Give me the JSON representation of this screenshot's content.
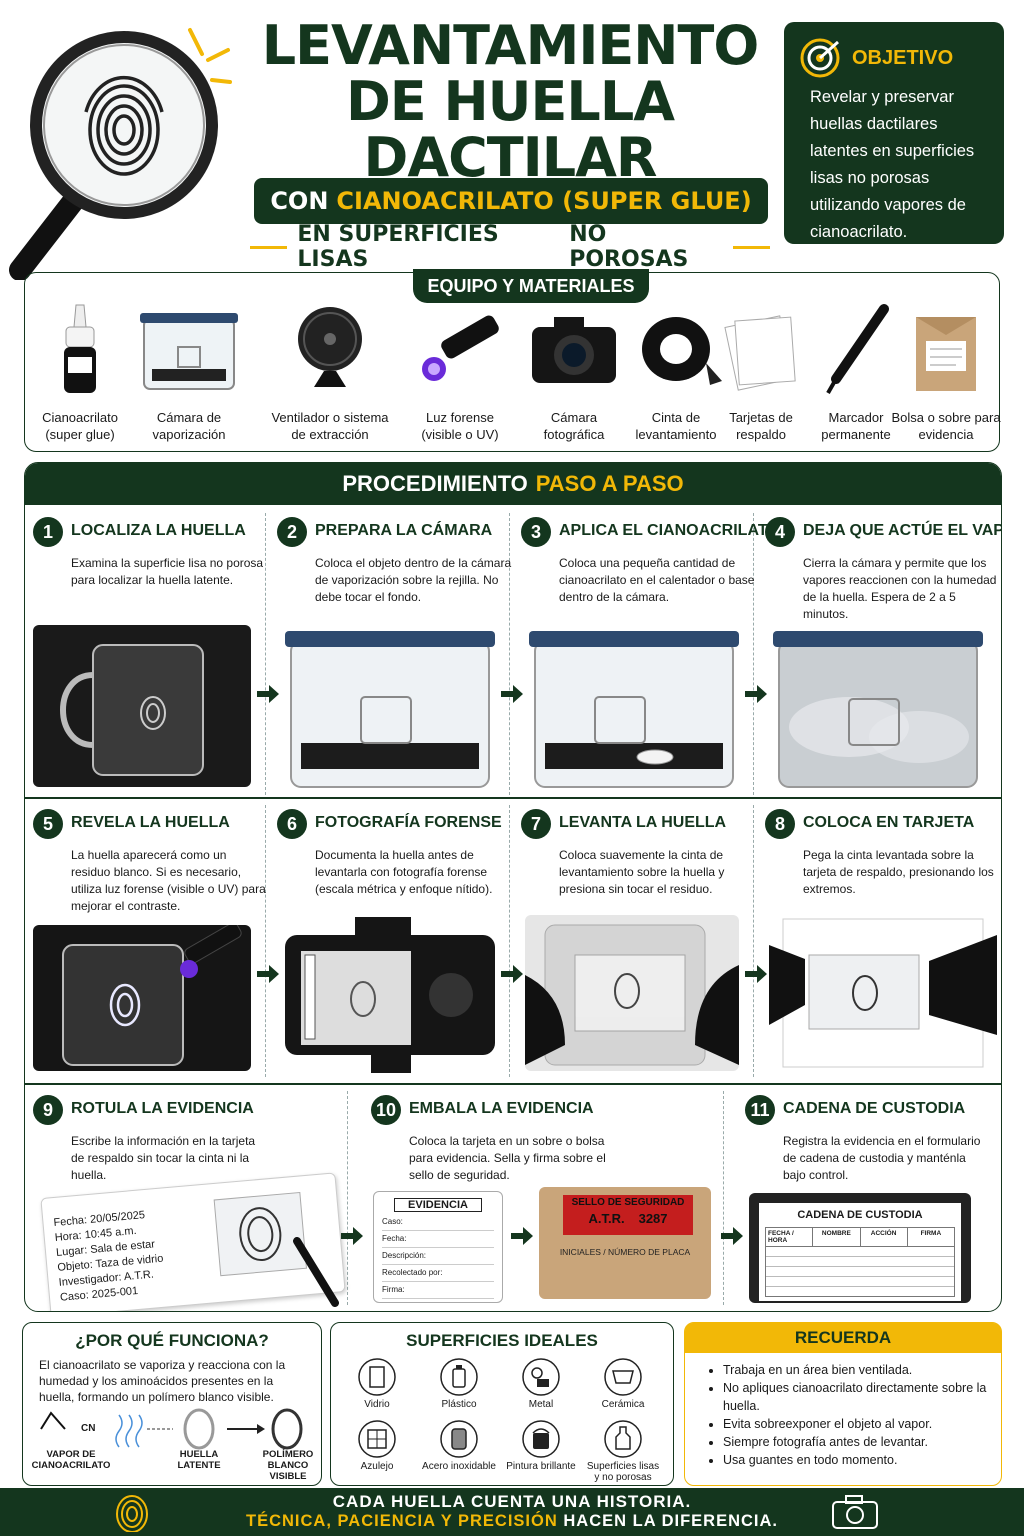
{
  "header": {
    "title_line1": "LEVANTAMIENTO",
    "title_line2": "DE HUELLA DACTILAR",
    "subtitle_prefix": "CON",
    "subtitle_highlight": "CIANOACRILATO (SUPER GLUE)",
    "surface_prefix": "EN SUPERFICIES LISAS",
    "surface_highlight": "NO POROSAS"
  },
  "objective": {
    "title": "OBJETIVO",
    "text": "Revelar y preservar huellas dactilares latentes en superficies lisas no porosas utilizando vapores de cianoacrilato."
  },
  "materials": {
    "title": "EQUIPO Y MATERIALES",
    "items": [
      {
        "label": "Cianoacrilato (super glue)",
        "icon": "glue-bottle-icon"
      },
      {
        "label": "Cámara de vaporización",
        "icon": "fuming-chamber-icon"
      },
      {
        "label": "Ventilador o sistema de extracción",
        "icon": "fan-icon"
      },
      {
        "label": "Luz forense (visible o UV)",
        "icon": "flashlight-icon"
      },
      {
        "label": "Cámara fotográfica",
        "icon": "camera-icon"
      },
      {
        "label": "Cinta de levantamiento",
        "icon": "tape-roll-icon"
      },
      {
        "label": "Tarjetas de respaldo",
        "icon": "cards-icon"
      },
      {
        "label": "Marcador permanente",
        "icon": "marker-icon"
      },
      {
        "label": "Bolsa o sobre para evidencia",
        "icon": "evidence-bag-icon"
      }
    ]
  },
  "procedure": {
    "title_prefix": "PROCEDIMIENTO",
    "title_highlight": "PASO A PASO",
    "steps": [
      {
        "num": "1",
        "title": "LOCALIZA LA HUELLA",
        "desc": "Examina la superficie lisa no porosa para localizar la huella latente."
      },
      {
        "num": "2",
        "title": "PREPARA LA CÁMARA",
        "desc": "Coloca el objeto dentro de la cámara de vaporización sobre la rejilla. No debe tocar el fondo."
      },
      {
        "num": "3",
        "title": "APLICA EL CIANOACRILATO",
        "desc": "Coloca una pequeña cantidad de cianoacrilato en el calentador o base dentro de la cámara."
      },
      {
        "num": "4",
        "title": "DEJA QUE ACTÚE EL VAPOR",
        "desc": "Cierra la cámara y permite que los vapores reaccionen con la humedad de la huella. Espera de 2 a 5 minutos."
      },
      {
        "num": "5",
        "title": "REVELA LA HUELLA",
        "desc": "La huella aparecerá como un residuo blanco. Si es necesario, utiliza luz forense (visible o UV) para mejorar el contraste."
      },
      {
        "num": "6",
        "title": "FOTOGRAFÍA FORENSE",
        "desc": "Documenta la huella antes de levantarla con fotografía forense (escala métrica y enfoque nítido)."
      },
      {
        "num": "7",
        "title": "LEVANTA LA HUELLA",
        "desc": "Coloca suavemente la cinta de levantamiento sobre la huella y presiona sin tocar el residuo."
      },
      {
        "num": "8",
        "title": "COLOCA EN TARJETA",
        "desc": "Pega la cinta levantada sobre la tarjeta de respaldo, presionando los extremos."
      },
      {
        "num": "9",
        "title": "ROTULA LA EVIDENCIA",
        "desc": "Escribe la información en la tarjeta de respaldo sin tocar la cinta ni la huella."
      },
      {
        "num": "10",
        "title": "EMBALA LA EVIDENCIA",
        "desc": "Coloca la tarjeta en un sobre o bolsa para evidencia. Sella y firma sobre el sello de seguridad."
      },
      {
        "num": "11",
        "title": "CADENA DE CUSTODIA",
        "desc": "Registra la evidencia en el formulario de cadena de custodia y manténla bajo control."
      }
    ],
    "label_card": {
      "fecha_k": "Fecha:",
      "fecha_v": "20/05/2025",
      "hora_k": "Hora:",
      "hora_v": "10:45 a.m.",
      "lugar_k": "Lugar:",
      "lugar_v": "Sala de estar",
      "objeto_k": "Objeto:",
      "objeto_v": "Taza de vidrio",
      "invest_k": "Investigador:",
      "invest_v": "A.T.R.",
      "caso_k": "Caso:",
      "caso_v": "2025-001"
    },
    "evidence_form": {
      "title": "EVIDENCIA",
      "fields": [
        "Caso:",
        "Fecha:",
        "Descripción:",
        "Recolectado por:",
        "Firma:"
      ]
    },
    "envelope": {
      "seal": "SELLO DE SEGURIDAD",
      "initials": "A.T.R.",
      "badge": "3287",
      "caption": "INICIALES / NÚMERO DE PLACA"
    },
    "custody_form": {
      "title": "CADENA DE CUSTODIA",
      "columns": [
        "FECHA / HORA",
        "NOMBRE",
        "ACCIÓN",
        "FIRMA"
      ]
    }
  },
  "why": {
    "title": "¿POR QUÉ FUNCIONA?",
    "text": "El cianoacrilato se vaporiza y reacciona con la humedad y los aminoácidos presentes en la huella, formando un polímero blanco visible.",
    "molecule_label": "CN",
    "labels": [
      "VAPOR DE CIANOACRILATO",
      "HUELLA LATENTE",
      "POLÍMERO BLANCO VISIBLE"
    ]
  },
  "ideal": {
    "title": "SUPERFICIES IDEALES",
    "items": [
      {
        "label": "Vidrio",
        "icon": "glass-icon"
      },
      {
        "label": "Plástico",
        "icon": "plastic-bottle-icon"
      },
      {
        "label": "Metal",
        "icon": "metal-icon"
      },
      {
        "label": "Cerámica",
        "icon": "ceramic-cup-icon"
      },
      {
        "label": "Azulejo",
        "icon": "tile-icon"
      },
      {
        "label": "Acero inoxidable",
        "icon": "steel-can-icon"
      },
      {
        "label": "Pintura brillante",
        "icon": "paint-icon"
      },
      {
        "label": "Superficies lisas y no porosas",
        "icon": "bottle-icon"
      }
    ]
  },
  "remember": {
    "title": "RECUERDA",
    "items": [
      "Trabaja en un área bien ventilada.",
      "No apliques cianoacrilato directamente sobre la huella.",
      "Evita sobreexponer el objeto al vapor.",
      "Siempre fotografía antes de levantar.",
      "Usa guantes en todo momento."
    ]
  },
  "footer": {
    "line1": "CADA HUELLA CUENTA UNA HISTORIA.",
    "line2_highlight": "TÉCNICA, PACIENCIA Y PRECISIÓN",
    "line2_rest": "HACEN LA DIFERENCIA."
  },
  "colors": {
    "primary": "#14361e",
    "accent": "#f2b807",
    "uv": "#6a2bd9"
  }
}
